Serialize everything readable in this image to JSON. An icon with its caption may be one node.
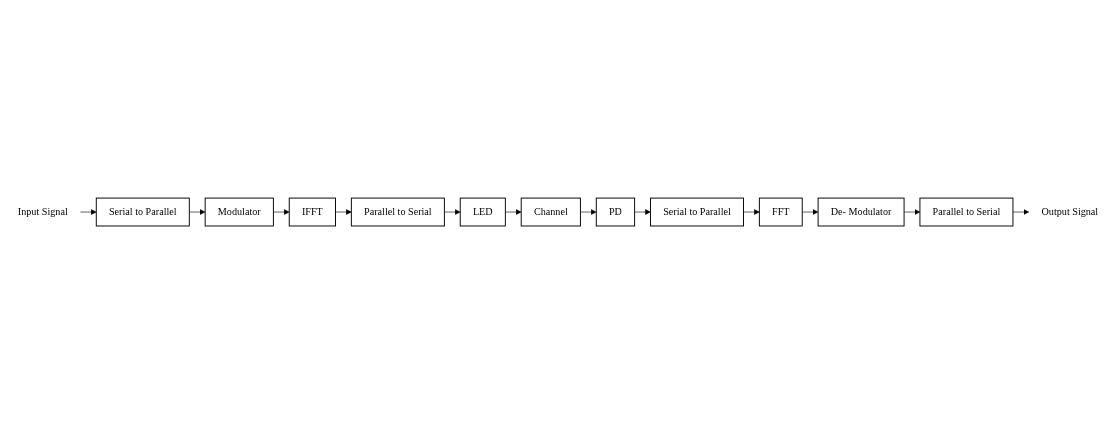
{
  "diagram": {
    "nodes": [
      {
        "text": [
          "Input Signal"
        ]
      },
      {
        "text": [
          "Serial to Parallel"
        ]
      },
      {
        "text": [
          "Modulator"
        ]
      },
      {
        "text": [
          "IFFT"
        ]
      },
      {
        "text": [
          "Parallel to Serial"
        ]
      },
      {
        "text": [
          "LED"
        ]
      },
      {
        "text": [
          "Channel"
        ]
      },
      {
        "text": [
          "PD"
        ]
      },
      {
        "text": [
          "Serial to Parallel"
        ]
      },
      {
        "text": [
          "FFT"
        ]
      },
      {
        "text": [
          "De- Modulator"
        ]
      },
      {
        "text": [
          "Parallel to Serial"
        ]
      },
      {
        "text": [
          "Output Signal"
        ]
      }
    ],
    "edges": [
      {
        "from": 0,
        "to": 1,
        "arrow": "to"
      },
      {
        "from": 1,
        "to": 2,
        "arrow": "to"
      },
      {
        "from": 2,
        "to": 3,
        "arrow": "to"
      },
      {
        "from": 3,
        "to": 4,
        "arrow": "to"
      },
      {
        "from": 4,
        "to": 5,
        "arrow": "to"
      },
      {
        "from": 5,
        "to": 6,
        "arrow": "to"
      },
      {
        "from": 6,
        "to": 7,
        "arrow": "to"
      },
      {
        "from": 7,
        "to": 8,
        "arrow": "to"
      },
      {
        "from": 8,
        "to": 9,
        "arrow": "to"
      },
      {
        "from": 9,
        "to": 10,
        "arrow": "to"
      },
      {
        "from": 10,
        "to": 11,
        "arrow": "to"
      },
      {
        "from": 11,
        "to": 12,
        "arrow": "to"
      }
    ]
  }
}
